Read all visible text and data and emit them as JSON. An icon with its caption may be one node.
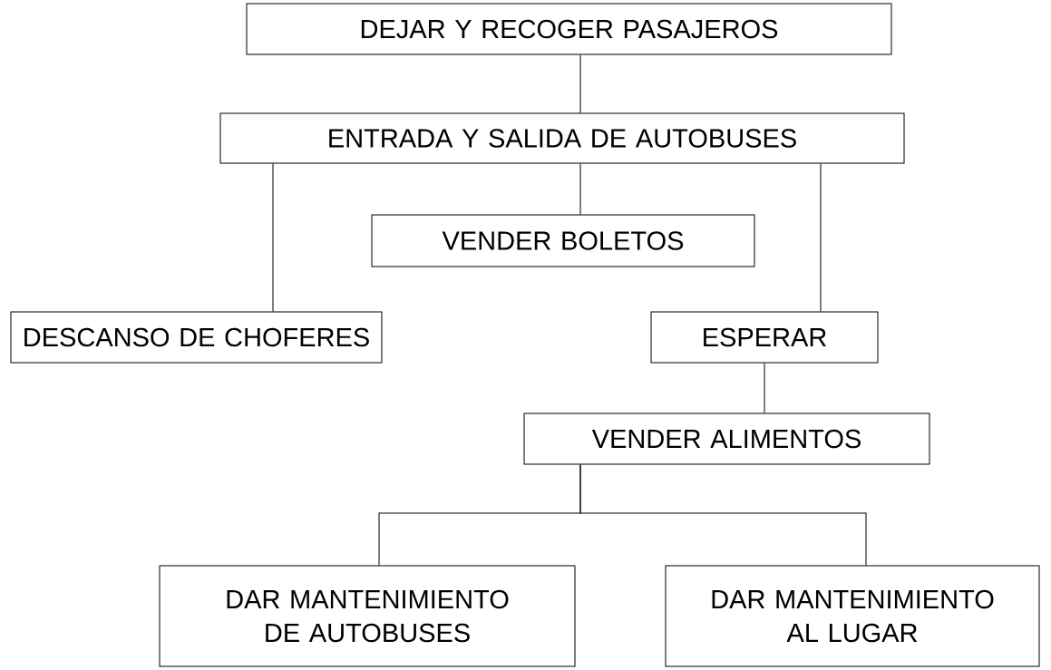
{
  "diagram": {
    "nodes": [
      {
        "text": [
          "DEJAR Y RECOGER PASAJEROS"
        ]
      },
      {
        "text": [
          "ENTRADA Y SALIDA DE AUTOBUSES"
        ]
      },
      {
        "text": [
          "VENDER BOLETOS"
        ]
      },
      {
        "text": [
          "DESCANSO DE CHOFERES"
        ]
      },
      {
        "text": [
          "ESPERAR"
        ]
      },
      {
        "text": [
          "VENDER ALIMENTOS"
        ]
      },
      {
        "text": [
          "DAR MANTENIMIENTO DE AUTOBUSES"
        ]
      },
      {
        "text": [
          "DAR MANTENIMIENTO AL LUGAR"
        ]
      }
    ],
    "edges": [
      {
        "from": 0,
        "to": 1,
        "arrow": "none"
      },
      {
        "from": 1,
        "to": 2,
        "arrow": "none"
      },
      {
        "from": 1,
        "to": 3,
        "arrow": "none"
      },
      {
        "from": 1,
        "to": 4,
        "arrow": "none"
      },
      {
        "from": 4,
        "to": 5,
        "arrow": "none"
      },
      {
        "from": 5,
        "to": 6,
        "arrow": "none"
      },
      {
        "from": 5,
        "to": 7,
        "arrow": "none"
      }
    ]
  }
}
